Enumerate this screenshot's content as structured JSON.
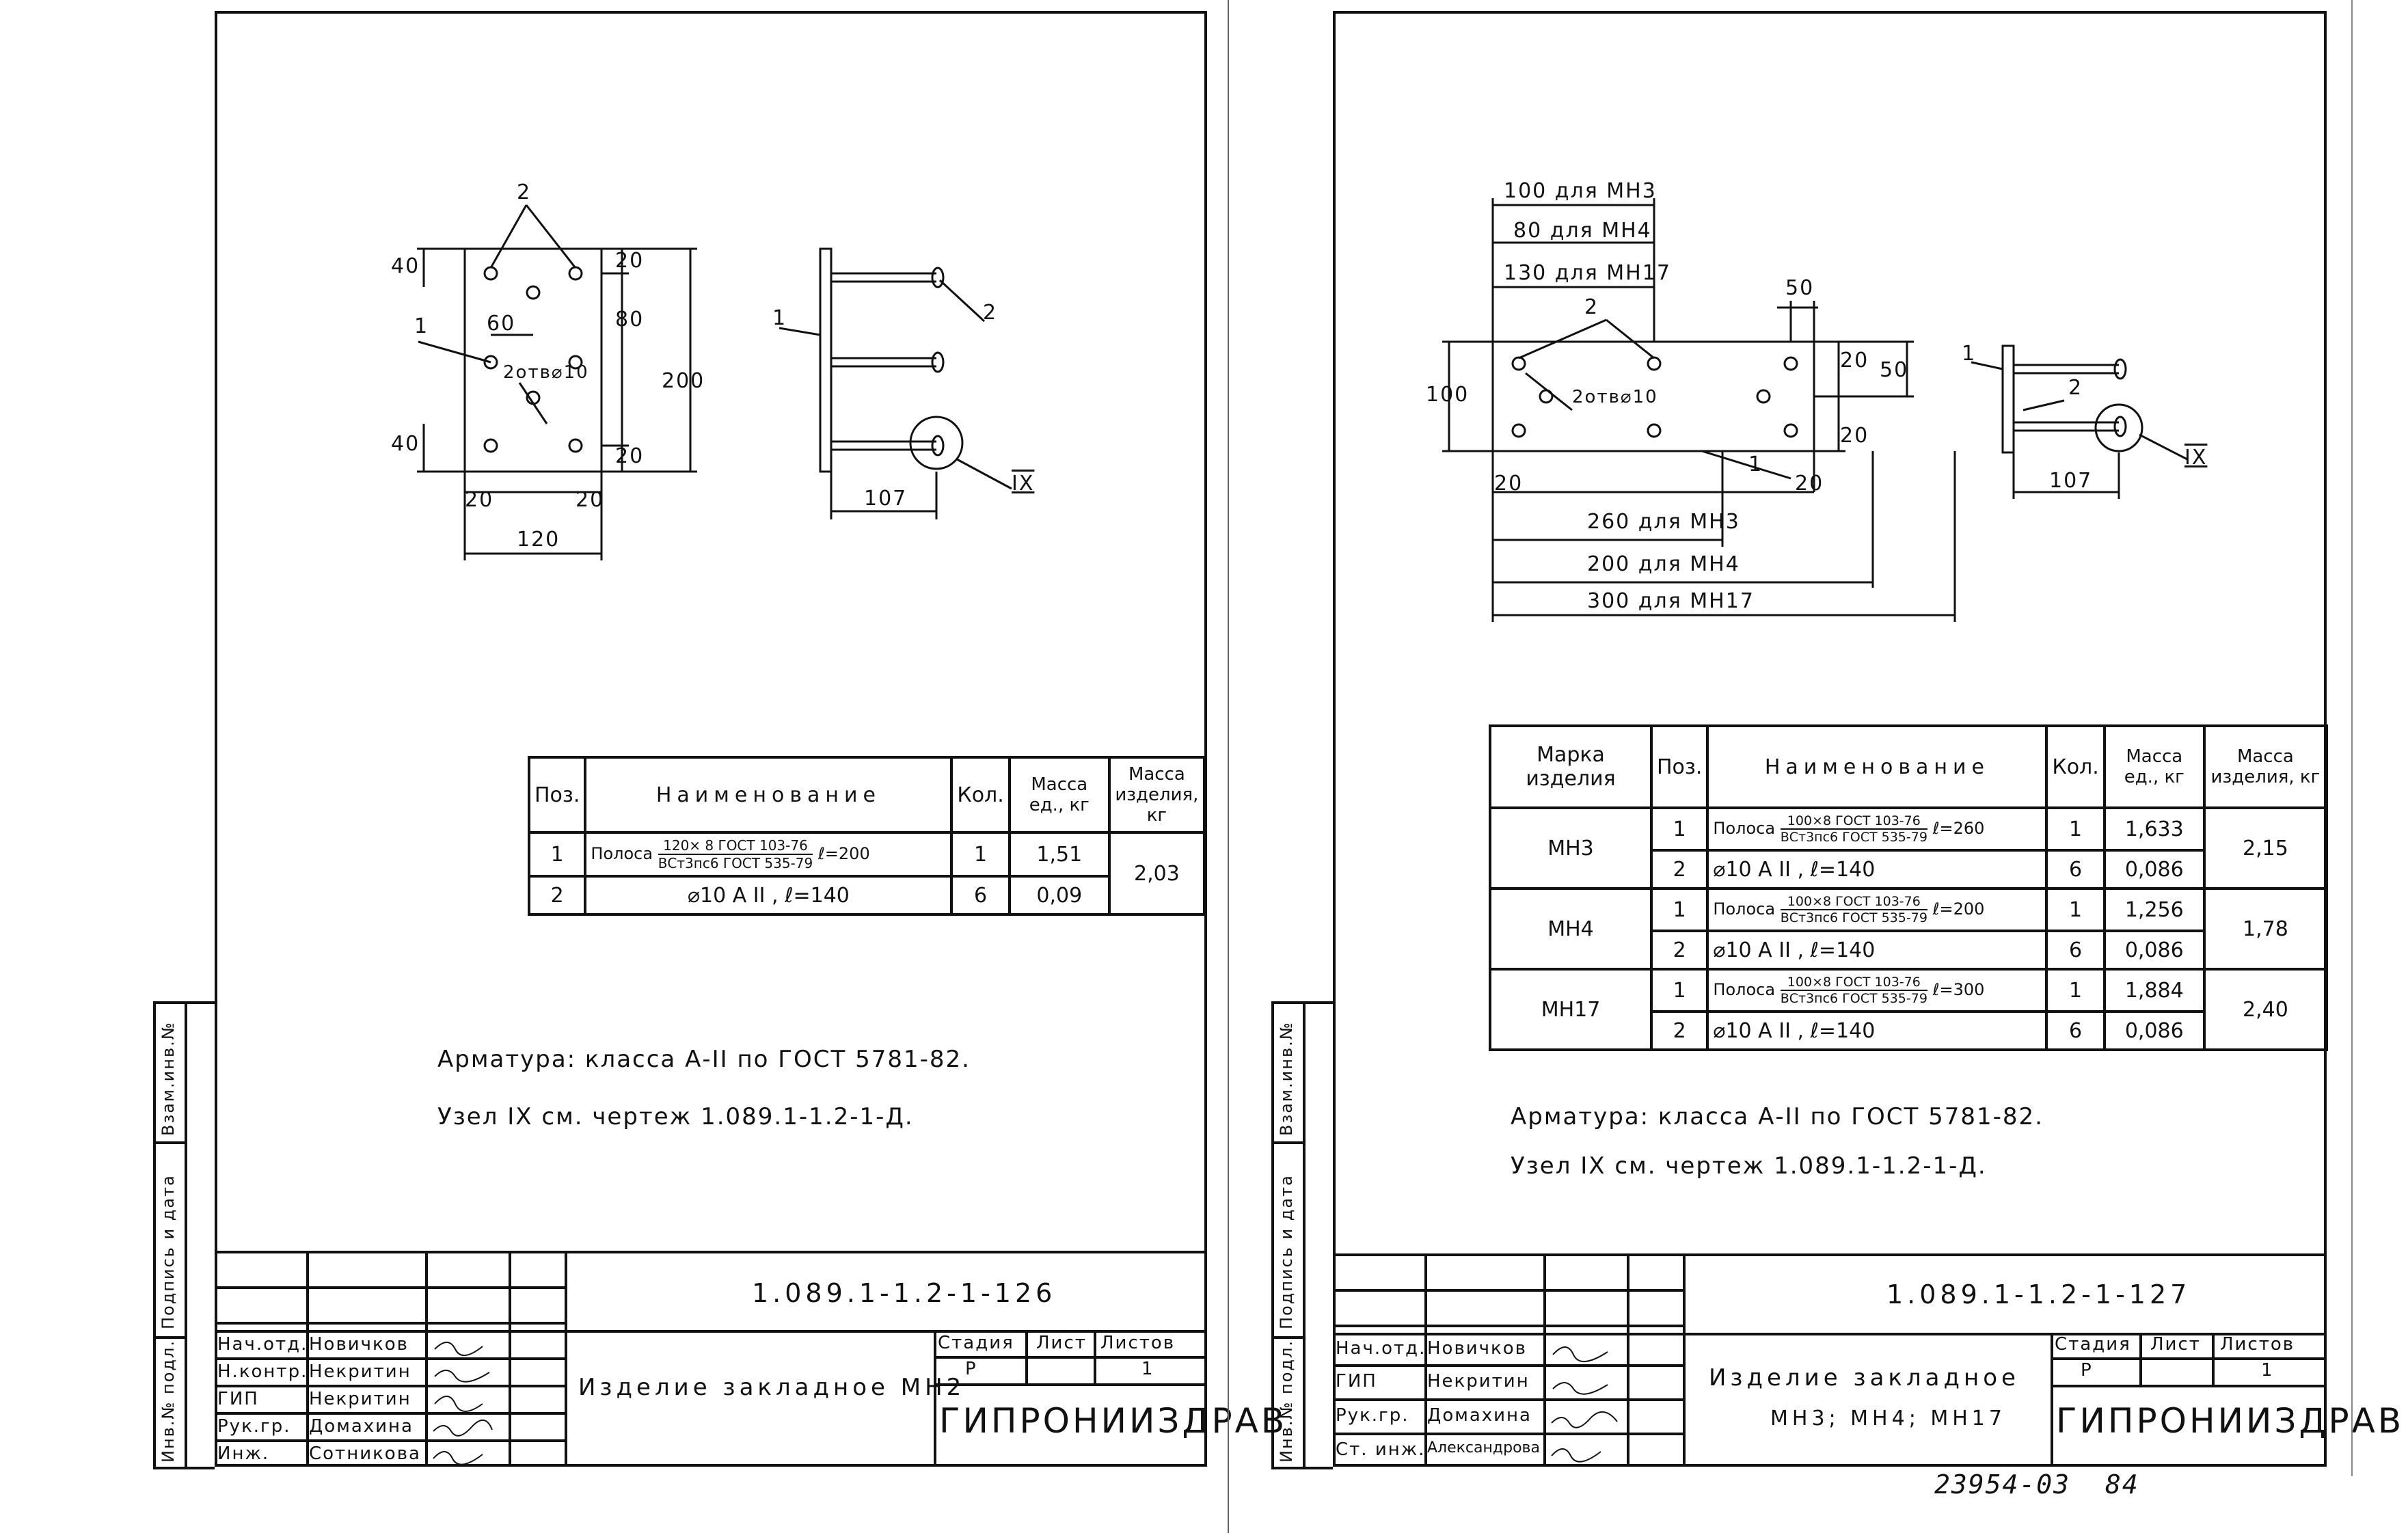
{
  "sheet1": {
    "dims": {
      "d40a": "40",
      "d40b": "40",
      "d60": "60",
      "d20a": "20",
      "d80": "80",
      "d20b": "20",
      "d200": "200",
      "d20c": "20",
      "d20d": "20",
      "d120": "120",
      "d107": "107"
    },
    "callouts": {
      "pos2": "2",
      "pos1": "1",
      "holes": "2отв⌀10",
      "side1": "1",
      "side2": "2",
      "node": "IX"
    },
    "spec": {
      "headers": [
        "Поз.",
        "Наименование",
        "Кол.",
        "Масса ед., кг",
        "Масса изделия, кг"
      ],
      "rows": [
        {
          "pos": "1",
          "name_prefix": "Полоса",
          "frac_top": "120× 8  ГОСТ 103-76",
          "frac_bot": "ВСт3пс6 ГОСТ 535-79",
          "name_suffix": "ℓ=200",
          "qty": "1",
          "mass": "1,51",
          "total": "2,03"
        },
        {
          "pos": "2",
          "name": "⌀10 А II  ,   ℓ=140",
          "qty": "6",
          "mass": "0,09"
        }
      ]
    },
    "note1": "Арматура: класса А-II по ГОСТ 5781-82.",
    "note2": "Узел  IX  см. чертеж 1.089.1-1.2-1-Д.",
    "code": "1.089.1-1.2-1-126",
    "title": "Изделие закладное МН2",
    "stage_hdr": "Стадия",
    "sheet_hdr": "Лист",
    "sheets_hdr": "Листов",
    "stage": "Р",
    "sheets": "1",
    "org": "ГИПРОНИИЗДРАВ",
    "staff": [
      {
        "role": "Нач.отд.",
        "name": "Новичков"
      },
      {
        "role": "Н.контр.",
        "name": "Некритин"
      },
      {
        "role": "ГИП",
        "name": "Некритин"
      },
      {
        "role": "Рук.гр.",
        "name": "Домахина"
      },
      {
        "role": "Инж.",
        "name": "Сотникова"
      }
    ]
  },
  "sheet2": {
    "dims": {
      "l100": "100 для МН3",
      "l80": "80 для МН4",
      "l130": "130 для МН17",
      "d50a": "50",
      "d100": "100",
      "d20a": "20",
      "d50b": "50",
      "d20b": "20",
      "d20c": "20",
      "d20d": "20",
      "l260": "260 для МН3",
      "l200": "200 для МН4",
      "l300": "300 для МН17",
      "d107": "107"
    },
    "callouts": {
      "pos2": "2",
      "holes": "2отв⌀10",
      "pos1": "1",
      "side1": "1",
      "side2": "2",
      "node": "IX"
    },
    "spec": {
      "headers": [
        "Марка изделия",
        "Поз.",
        "Наименование",
        "Кол.",
        "Масса ед., кг",
        "Масса изделия, кг"
      ],
      "groups": [
        {
          "mark": "МН3",
          "total": "2,15",
          "rows": [
            {
              "pos": "1",
              "name_prefix": "Полоса",
              "frac_top": "100×8  ГОСТ 103-76",
              "frac_bot": "ВСт3пс6 ГОСТ 535-79",
              "name_suffix": "ℓ=260",
              "qty": "1",
              "mass": "1,633"
            },
            {
              "pos": "2",
              "name": "⌀10 А II , ℓ=140",
              "qty": "6",
              "mass": "0,086"
            }
          ]
        },
        {
          "mark": "МН4",
          "total": "1,78",
          "rows": [
            {
              "pos": "1",
              "name_prefix": "Полоса",
              "frac_top": "100×8 ГОСТ 103-76",
              "frac_bot": "ВСт3пс6 ГОСТ 535-79",
              "name_suffix": "ℓ=200",
              "qty": "1",
              "mass": "1,256"
            },
            {
              "pos": "2",
              "name": "⌀10 А II , ℓ=140",
              "qty": "6",
              "mass": "0,086"
            }
          ]
        },
        {
          "mark": "МН17",
          "total": "2,40",
          "rows": [
            {
              "pos": "1",
              "name_prefix": "Полоса",
              "frac_top": "100×8 ГОСТ 103-76",
              "frac_bot": "ВСт3пс6 ГОСТ 535-79",
              "name_suffix": "ℓ=300",
              "qty": "1",
              "mass": "1,884"
            },
            {
              "pos": "2",
              "name": "⌀10 А II , ℓ=140",
              "qty": "6",
              "mass": "0,086"
            }
          ]
        }
      ]
    },
    "note1": "Арматура: класса А-II по ГОСТ 5781-82.",
    "note2": "Узел IX см. чертеж 1.089.1-1.2-1-Д.",
    "code": "1.089.1-1.2-1-127",
    "title1": "Изделие закладное",
    "title2": "МН3; МН4; МН17",
    "stage_hdr": "Стадия",
    "sheet_hdr": "Лист",
    "sheets_hdr": "Листов",
    "stage": "Р",
    "sheets": "1",
    "org": "ГИПРОНИИЗДРАВ",
    "staff": [
      {
        "role": "Нач.отд.",
        "name": "Новичков"
      },
      {
        "role": "ГИП",
        "name": "Некритин"
      },
      {
        "role": "Рук.гр.",
        "name": "Домахина"
      },
      {
        "role": "Ст. инж.",
        "name": "Александрова"
      }
    ]
  },
  "margin": {
    "inv1": "Инв.№ подл.",
    "sign": "Подпись и дата",
    "inv2": "Взам.инв.№"
  },
  "footer": {
    "archive": "23954-03",
    "page": "84"
  }
}
